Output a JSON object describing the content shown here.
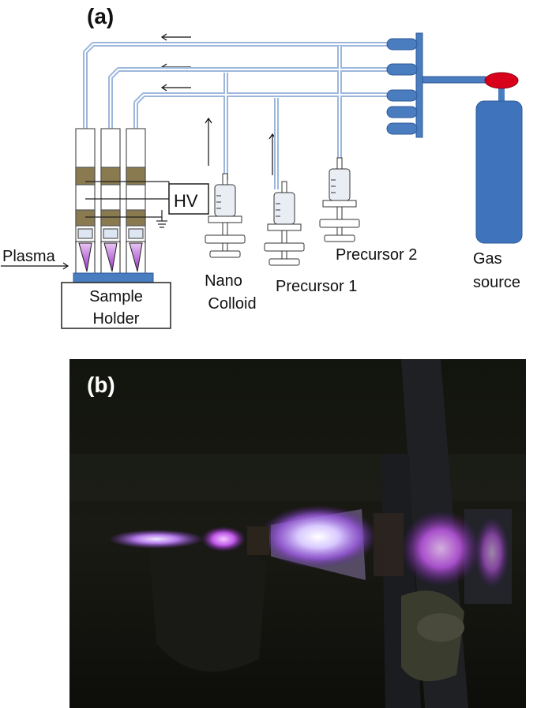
{
  "panel_a": {
    "label": "(a)",
    "hv_label": "HV",
    "plasma_label": "Plasma",
    "sample_holder_line1": "Sample",
    "sample_holder_line2": "Holder",
    "nano_line1": "Nano",
    "nano_line2": "Colloid",
    "precursor1": "Precursor 1",
    "precursor2": "Precursor 2",
    "gas_line1": "Gas",
    "gas_line2": "source",
    "colors": {
      "tube": "#9db7dc",
      "manifold": "#4a7cc0",
      "cylinder": "#3f74bd",
      "valve": "#d9001b",
      "electrode": "#8a7a50",
      "plasma": "#b03cd6"
    }
  },
  "panel_b": {
    "label": "(b)"
  }
}
